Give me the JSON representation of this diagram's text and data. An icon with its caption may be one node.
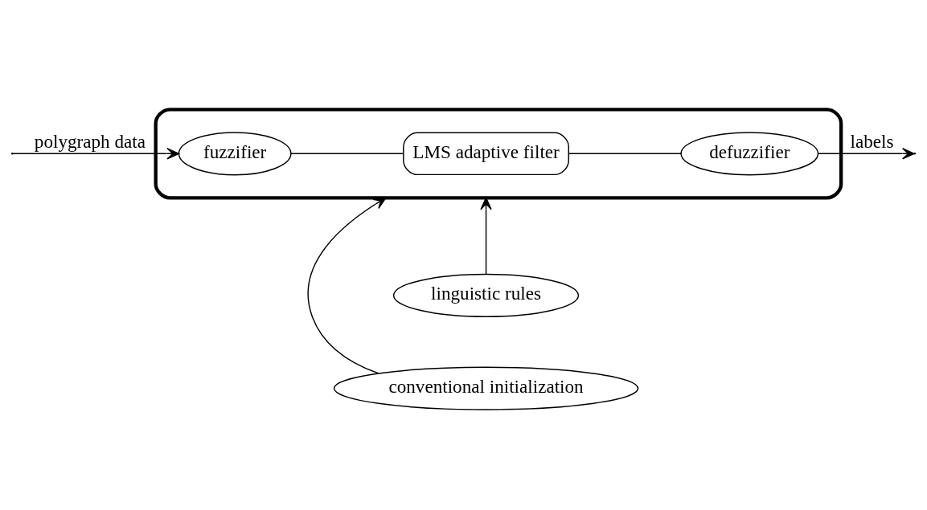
{
  "diagram": {
    "nodes": [
      {
        "text": [
          "linguistic rules"
        ]
      },
      {
        "text": [],
        "shape": "box"
      },
      {
        "text": [
          "fuzzifier"
        ],
        "in": 1
      },
      {
        "text": [
          "LMS adaptive filter"
        ],
        "in": 1
      },
      {
        "text": [
          "defuzzifier"
        ],
        "in": 1
      },
      {
        "text": [
          "conventional initialization"
        ]
      }
    ],
    "edges": [
      {
        "from": null,
        "to": 2,
        "arrow": "to",
        "label": "polygraph data"
      },
      {
        "from": 2,
        "to": 3,
        "arrow": "none"
      },
      {
        "from": 3,
        "to": 4,
        "arrow": "none"
      },
      {
        "from": 4,
        "to": null,
        "arrow": "to",
        "label": "labels"
      },
      {
        "from": 0,
        "to": 1,
        "arrow": "to"
      },
      {
        "from": 5,
        "to": 1,
        "arrow": "to"
      }
    ]
  }
}
